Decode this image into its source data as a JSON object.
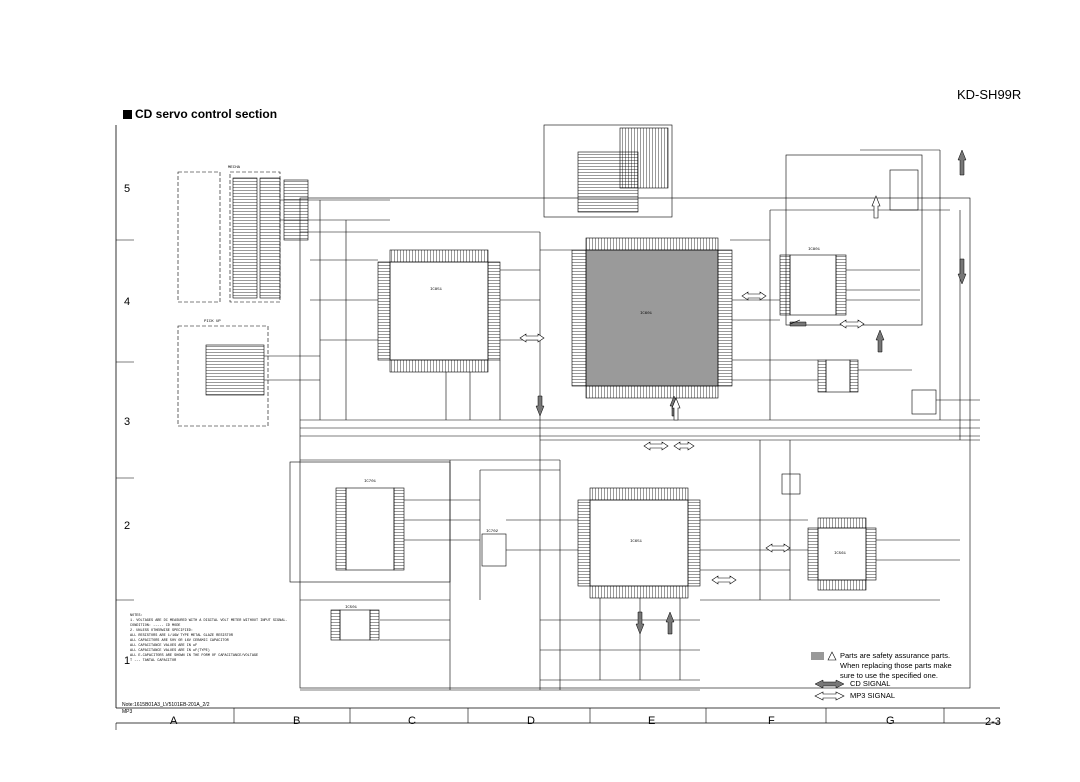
{
  "header": {
    "model": "KD-SH99R",
    "section_title": "CD servo control section",
    "page_number": "2-3"
  },
  "grid": {
    "rows": [
      "5",
      "4",
      "3",
      "2",
      "1"
    ],
    "columns": [
      "A",
      "B",
      "C",
      "D",
      "E",
      "F",
      "G"
    ]
  },
  "legend": {
    "safety_lines": [
      "Parts are safety assurance parts.",
      "When replacing those parts make",
      "sure to use the specified one."
    ],
    "cd_signal": "CD SIGNAL",
    "mp3_signal": "MP3 SIGNAL"
  },
  "footer": {
    "note_line1": "Note:1615B01A3_LV5101EB-201A_2/2",
    "note_line2": "MP3"
  },
  "labels": {
    "mecha": "MECHA",
    "pickup": "PICK UP",
    "ic_main": "IC851",
    "ic_dsp": "IC601",
    "ic_mp3": "IC701",
    "ic_mem": "IC651",
    "ic_ram": "IC702",
    "ic_reg": "IC801",
    "ic_aud": "IC561",
    "ic_drv": "IC501"
  },
  "notes": [
    "NOTES:",
    "1. VOLTAGES ARE DC MEASURED WITH A DIGITAL VOLT METER WITHOUT INPUT SIGNAL.",
    "   CONDITION: ----- CD MODE",
    "2. UNLESS OTHERWISE SPECIFIED:",
    "   ALL RESISTORS ARE 1/16W TYPE METAL GLAZE RESISTOR",
    "   ALL CAPACITORS ARE 50V OR 16V CERAMIC CAPACITOR",
    "   ALL CAPACITANCE VALUES ARE IN uF",
    "   ALL CAPACITANCE VALUES ARE IN uF(TYPE)",
    "   ALL E-CAPACITORS ARE SHOWN IN THE FORM OF CAPACITANCE/VOLTAGE",
    "   T --- TANTAL CAPACITOR"
  ],
  "colors": {
    "line": "#000000",
    "chip_fill": "#9a9a9a",
    "cd_arrow": "#666666",
    "mp3_arrow": "#ffffff",
    "gray_arrow": "#888888"
  }
}
